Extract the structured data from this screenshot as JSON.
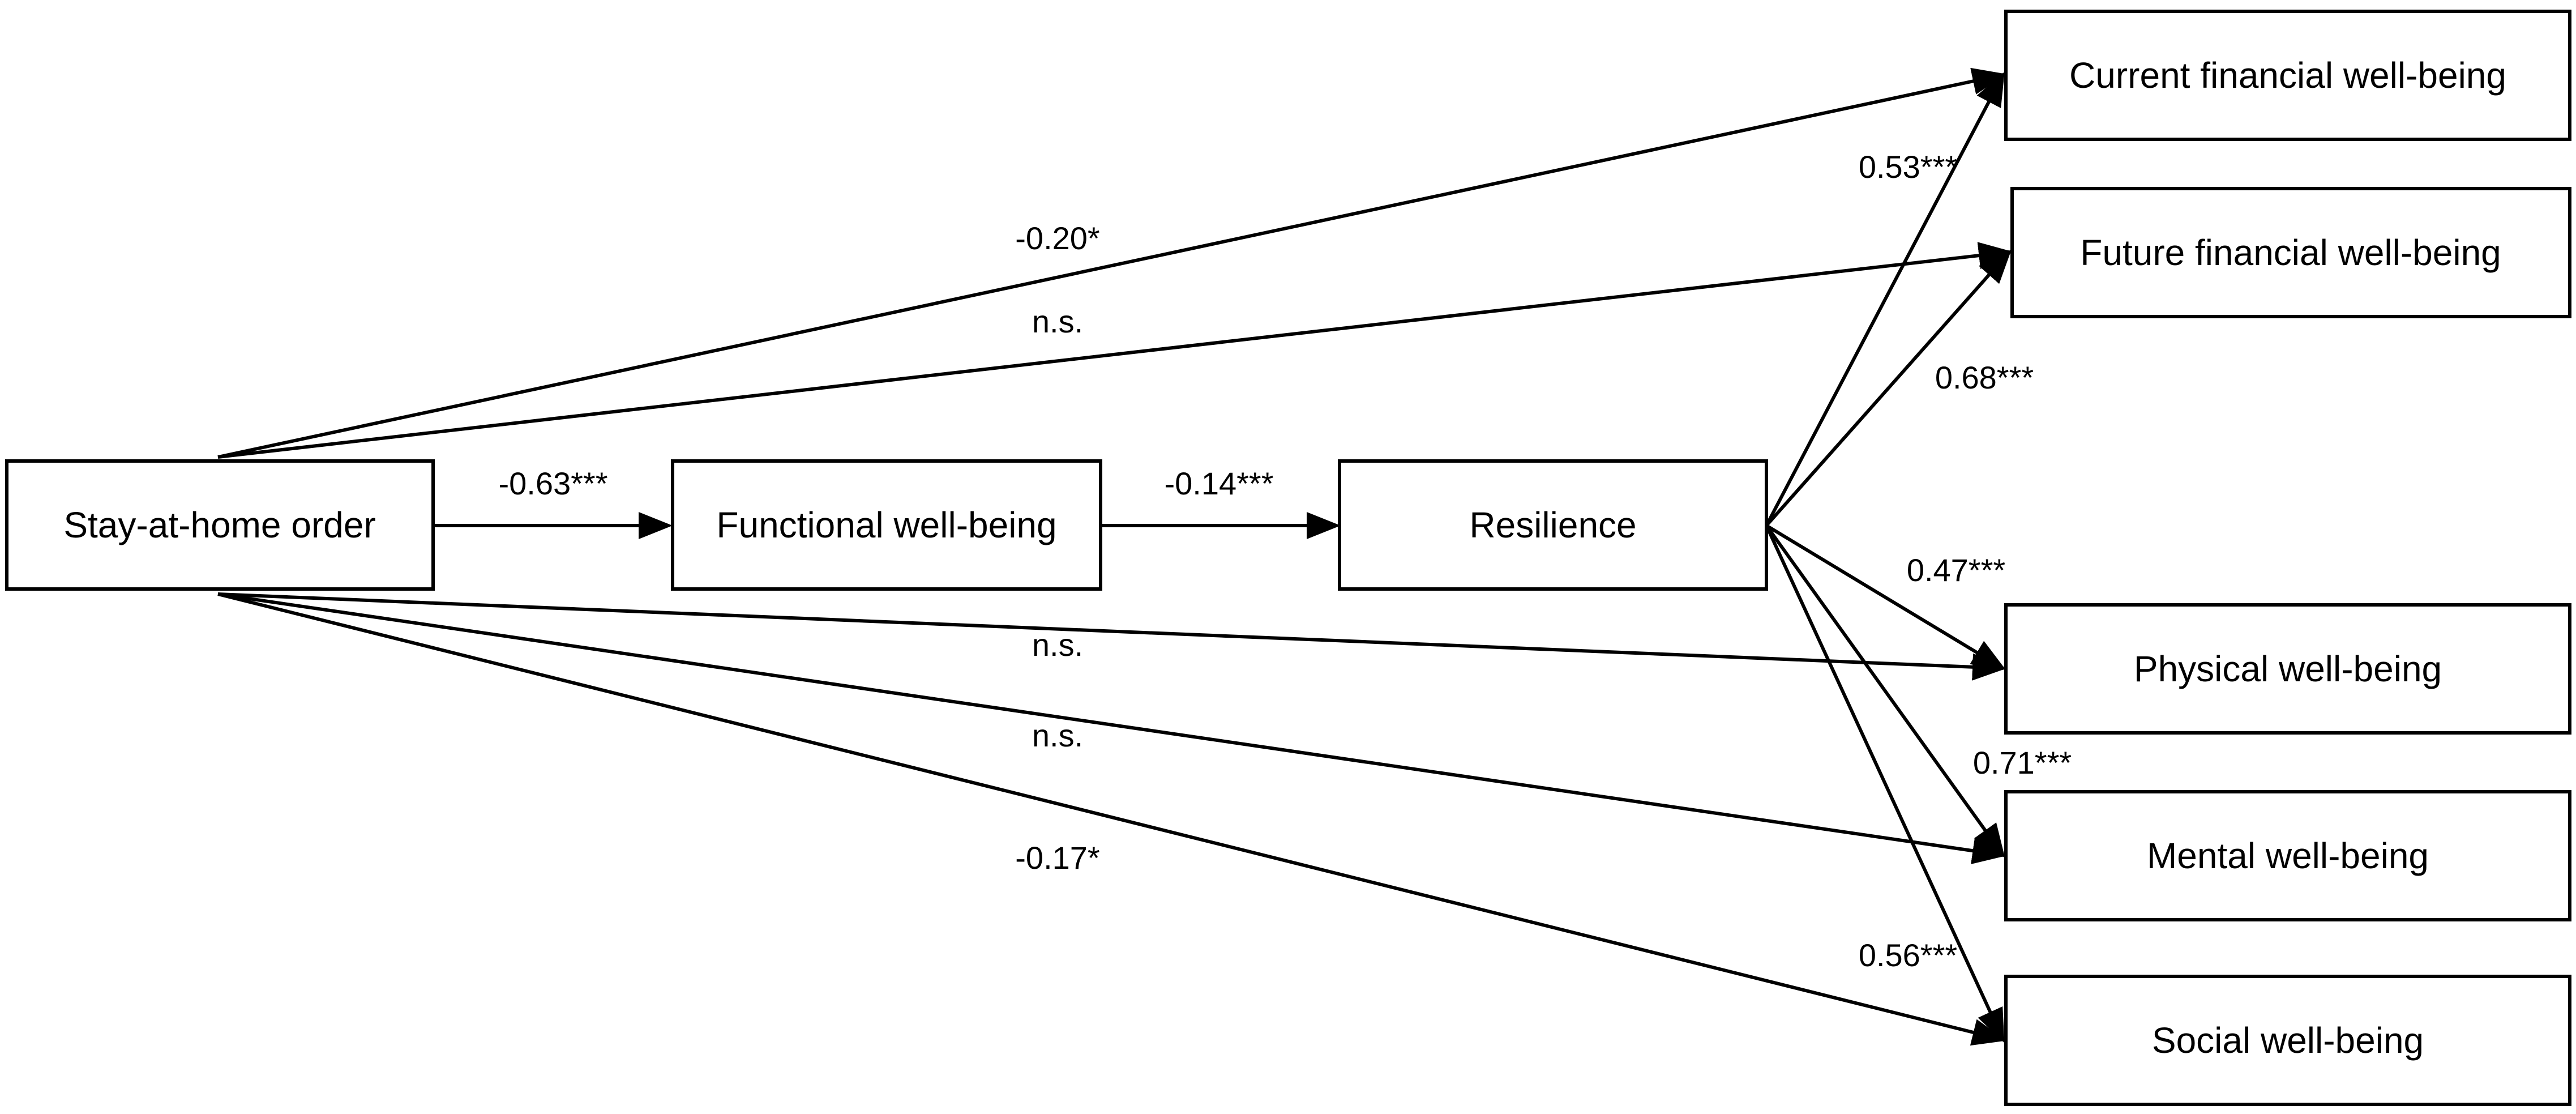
{
  "nodes": {
    "stay_home": "Stay-at-home order",
    "functional": "Functional well-being",
    "resilience": "Resilience",
    "current_fin": "Current financial well-being",
    "future_fin": "Future financial well-being",
    "physical": "Physical well-being",
    "mental": "Mental well-being",
    "social": "Social well-being"
  },
  "paths": {
    "stay_to_functional": "-0.63***",
    "functional_to_resilience": "-0.14***",
    "stay_to_current_fin": "-0.20*",
    "stay_to_future_fin": "n.s.",
    "stay_to_physical": "n.s.",
    "stay_to_mental": "n.s.",
    "stay_to_social": "-0.17*",
    "resilience_to_current_fin": "0.53***",
    "resilience_to_future_fin": "0.68***",
    "resilience_to_physical": "0.47***",
    "resilience_to_mental": "0.71***",
    "resilience_to_social": "0.56***"
  }
}
